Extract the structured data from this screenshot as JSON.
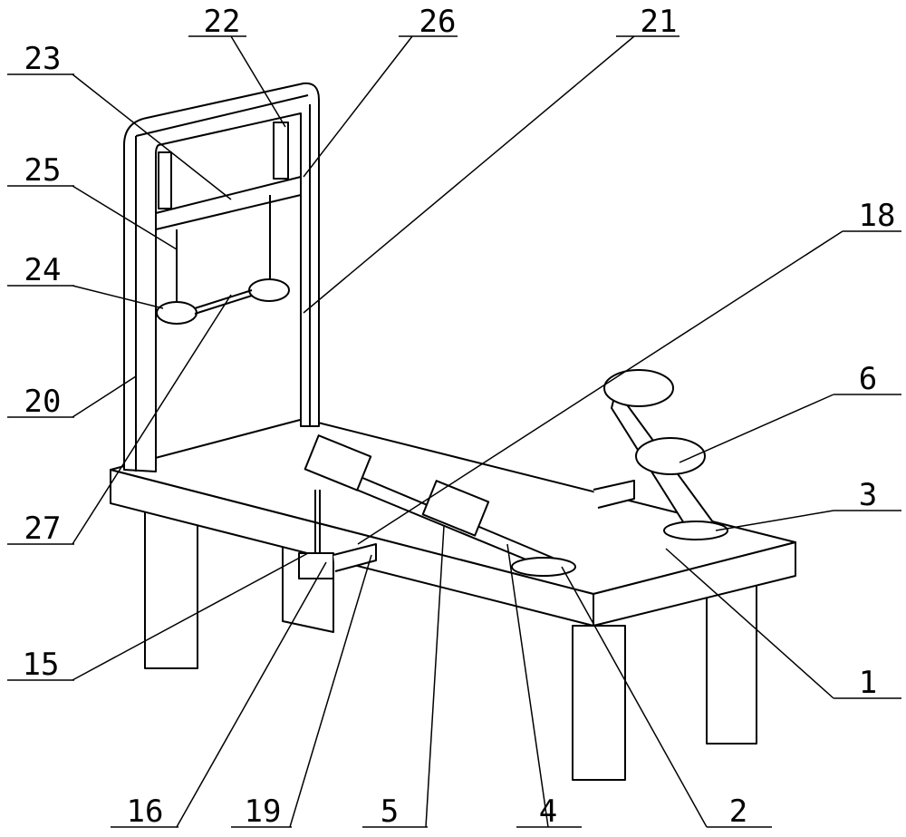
{
  "figure": {
    "labels": [
      {
        "id": "22",
        "text": "22"
      },
      {
        "id": "26",
        "text": "26"
      },
      {
        "id": "21",
        "text": "21"
      },
      {
        "id": "23",
        "text": "23"
      },
      {
        "id": "25",
        "text": "25"
      },
      {
        "id": "24",
        "text": "24"
      },
      {
        "id": "20",
        "text": "20"
      },
      {
        "id": "27",
        "text": "27"
      },
      {
        "id": "18",
        "text": "18"
      },
      {
        "id": "6",
        "text": "6"
      },
      {
        "id": "3",
        "text": "3"
      },
      {
        "id": "1",
        "text": "1"
      },
      {
        "id": "15",
        "text": "15"
      },
      {
        "id": "16",
        "text": "16"
      },
      {
        "id": "19",
        "text": "19"
      },
      {
        "id": "5",
        "text": "5"
      },
      {
        "id": "4",
        "text": "4"
      },
      {
        "id": "2",
        "text": "2"
      }
    ]
  }
}
